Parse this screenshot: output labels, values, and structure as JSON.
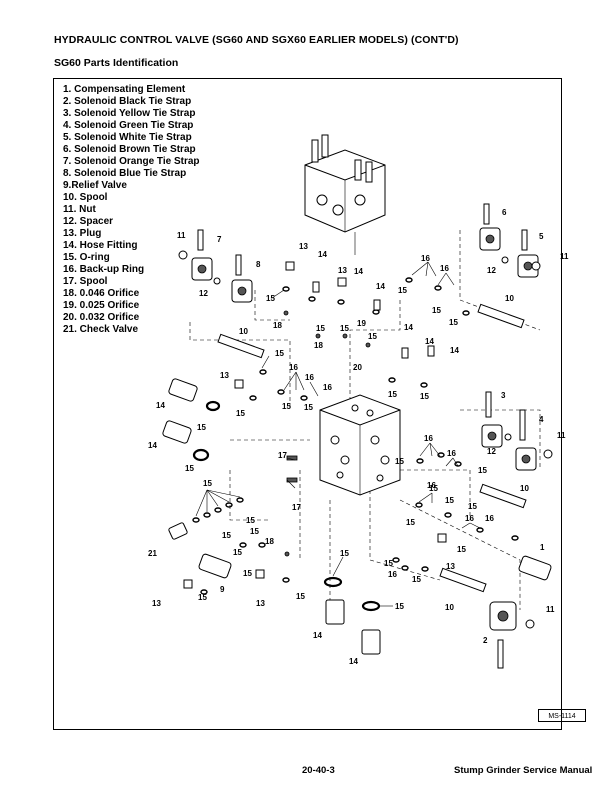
{
  "header": {
    "title": "HYDRAULIC CONTROL VALVE (SG60 AND SGX60 EARLIER MODELS) (CONT'D)",
    "subtitle": "SG60 Parts Identification"
  },
  "parts_list": [
    "1. Compensating Element",
    "2. Solenoid Black Tie Strap",
    "3. Solenoid Yellow Tie Strap",
    "4. Solenoid Green Tie Strap",
    "5. Solenoid White Tie Strap",
    "6. Solenoid Brown Tie Strap",
    "7. Solenoid Orange Tie Strap",
    "8. Solenoid Blue Tie Strap",
    "9.Relief Valve",
    "10. Spool",
    "11. Nut",
    "12. Spacer",
    "13. Plug",
    "14. Hose Fitting",
    "15. O-ring",
    "16. Back-up Ring",
    "17. Spool",
    "18.  0.046 Orifice",
    "19.  0.025 Orifice",
    "20.  0.032 Orifice",
    "21. Check Valve"
  ],
  "figure_id": "MS-1114",
  "footer": {
    "page_number": "20-40-3",
    "manual_title": "Stump Grinder Service Manual"
  },
  "callouts": [
    "1",
    "2",
    "3",
    "4",
    "5",
    "6",
    "7",
    "8",
    "9",
    "10",
    "11",
    "12",
    "13",
    "14",
    "15",
    "16",
    "17",
    "18",
    "19",
    "20",
    "21"
  ]
}
